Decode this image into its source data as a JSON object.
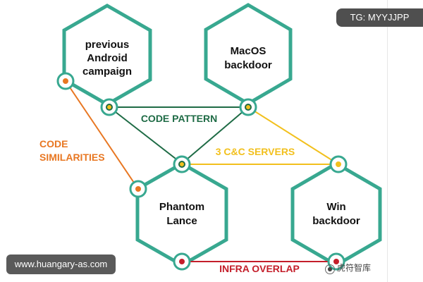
{
  "nodes": {
    "previous_android": {
      "lines": [
        "previous",
        "Android",
        "campaign"
      ]
    },
    "macos_backdoor": {
      "lines": [
        "MacOS",
        "backdoor"
      ]
    },
    "phantom_lance": {
      "lines": [
        "Phantom",
        "Lance"
      ]
    },
    "win_backdoor": {
      "lines": [
        "Win",
        "backdoor"
      ]
    }
  },
  "edges": {
    "code_pattern": {
      "label": "CODE PATTERN",
      "color": "#1e6b45"
    },
    "cnc_servers": {
      "label": "3 C&C SERVERS",
      "color": "#f2c01d"
    },
    "code_similarities": {
      "label_lines": [
        "CODE",
        "SIMILARITIES"
      ],
      "color": "#e87722"
    },
    "infra_overlap": {
      "label": "INFRA OVERLAP",
      "color": "#c41e2a"
    }
  },
  "hex_color": "#38a890",
  "overlays": {
    "tg_tag": "TG: MYYJJPP",
    "site_tag": "www.huangary-as.com",
    "watermark": "虎符智库",
    "watermark_icon": "wechat-icon"
  }
}
